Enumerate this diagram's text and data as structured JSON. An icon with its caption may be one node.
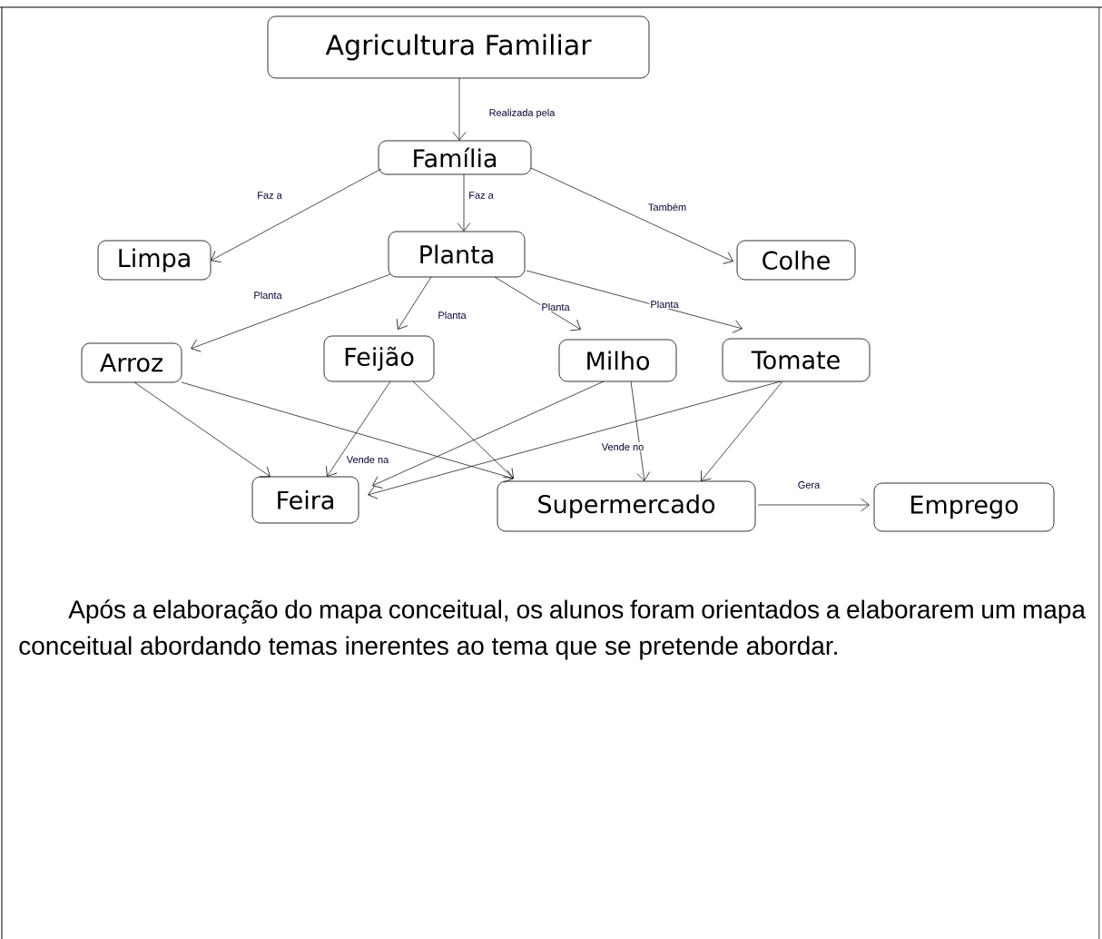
{
  "diagram": {
    "nodes": [
      {
        "text": [
          "Agricultura Familiar"
        ]
      },
      {
        "text": [
          "Família"
        ]
      },
      {
        "text": [
          "Limpa"
        ]
      },
      {
        "text": [
          "Planta"
        ]
      },
      {
        "text": [
          "Colhe"
        ]
      },
      {
        "text": [
          "Arroz"
        ]
      },
      {
        "text": [
          "Feijão"
        ]
      },
      {
        "text": [
          "Milho"
        ]
      },
      {
        "text": [
          "Tomate"
        ]
      },
      {
        "text": [
          "Feira"
        ]
      },
      {
        "text": [
          "Supermercado"
        ]
      },
      {
        "text": [
          "Emprego"
        ]
      }
    ],
    "edges": [
      {
        "from": 0,
        "to": 1,
        "arrow": "to",
        "label": "Realizada pela"
      },
      {
        "from": 1,
        "to": 2,
        "arrow": "to",
        "label": "Faz a"
      },
      {
        "from": 1,
        "to": 3,
        "arrow": "to",
        "label": "Faz a"
      },
      {
        "from": 1,
        "to": 4,
        "arrow": "to",
        "label": "Também"
      },
      {
        "from": 3,
        "to": 5,
        "arrow": "to",
        "label": "Planta"
      },
      {
        "from": 3,
        "to": 6,
        "arrow": "to",
        "label": "Planta"
      },
      {
        "from": 3,
        "to": 7,
        "arrow": "to",
        "label": "Planta"
      },
      {
        "from": 3,
        "to": 8,
        "arrow": "to",
        "label": "Planta"
      },
      {
        "from": 5,
        "to": 9,
        "arrow": "to"
      },
      {
        "from": 5,
        "to": 10,
        "arrow": "to"
      },
      {
        "from": 6,
        "to": 9,
        "arrow": "to",
        "label": "Vende na"
      },
      {
        "from": 6,
        "to": 10,
        "arrow": "to"
      },
      {
        "from": 7,
        "to": 9,
        "arrow": "to"
      },
      {
        "from": 7,
        "to": 10,
        "arrow": "to",
        "label": "Vende no"
      },
      {
        "from": 8,
        "to": 9,
        "arrow": "to"
      },
      {
        "from": 8,
        "to": 10,
        "arrow": "to"
      },
      {
        "from": 10,
        "to": 11,
        "arrow": "to",
        "label": "Gera"
      }
    ],
    "labels": [
      "Após a elaboração do mapa conceitual, os alunos foram orientados a elaborarem um mapa conceitual abordando temas inerentes ao tema que se pretende abordar."
    ]
  }
}
